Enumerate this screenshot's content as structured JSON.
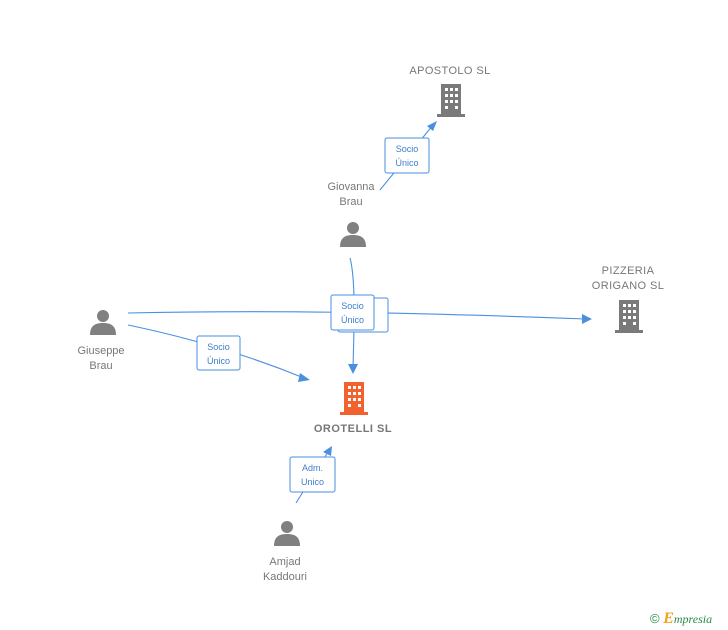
{
  "nodes": {
    "apostolo": {
      "label": [
        "APOSTOLO  SL"
      ],
      "type": "company"
    },
    "pizzeria": {
      "label": [
        "PIZZERIA",
        "ORIGANO  SL"
      ],
      "type": "company"
    },
    "orotelli": {
      "label": [
        "OROTELLI  SL"
      ],
      "type": "company",
      "highlight": true
    },
    "giovanna": {
      "label": [
        "Giovanna",
        "Brau"
      ],
      "type": "person"
    },
    "giuseppe": {
      "label": [
        "Giuseppe",
        "Brau"
      ],
      "type": "person"
    },
    "amjad": {
      "label": [
        "Amjad",
        "Kaddouri"
      ],
      "type": "person"
    }
  },
  "edges": [
    {
      "from": "giovanna",
      "to": "apostolo",
      "label": [
        "Socio",
        "Único"
      ]
    },
    {
      "from": "giovanna",
      "to": "orotelli",
      "label": [
        "Socio",
        "Único"
      ]
    },
    {
      "from": "giuseppe",
      "to": "pizzeria",
      "label": [
        "Socio",
        "Único"
      ]
    },
    {
      "from": "giuseppe",
      "to": "orotelli",
      "label": [
        "Socio",
        "Único"
      ]
    },
    {
      "from": "amjad",
      "to": "orotelli",
      "label": [
        "Adm.",
        "Unico"
      ]
    }
  ],
  "colors": {
    "edge": "#4a8fe0",
    "company_icon": "#7a7a7a",
    "highlight_icon": "#f2622e",
    "person_icon": "#808080"
  },
  "footer": {
    "copyright": "©",
    "brand_initial": "E",
    "brand_rest": "mpresia"
  }
}
